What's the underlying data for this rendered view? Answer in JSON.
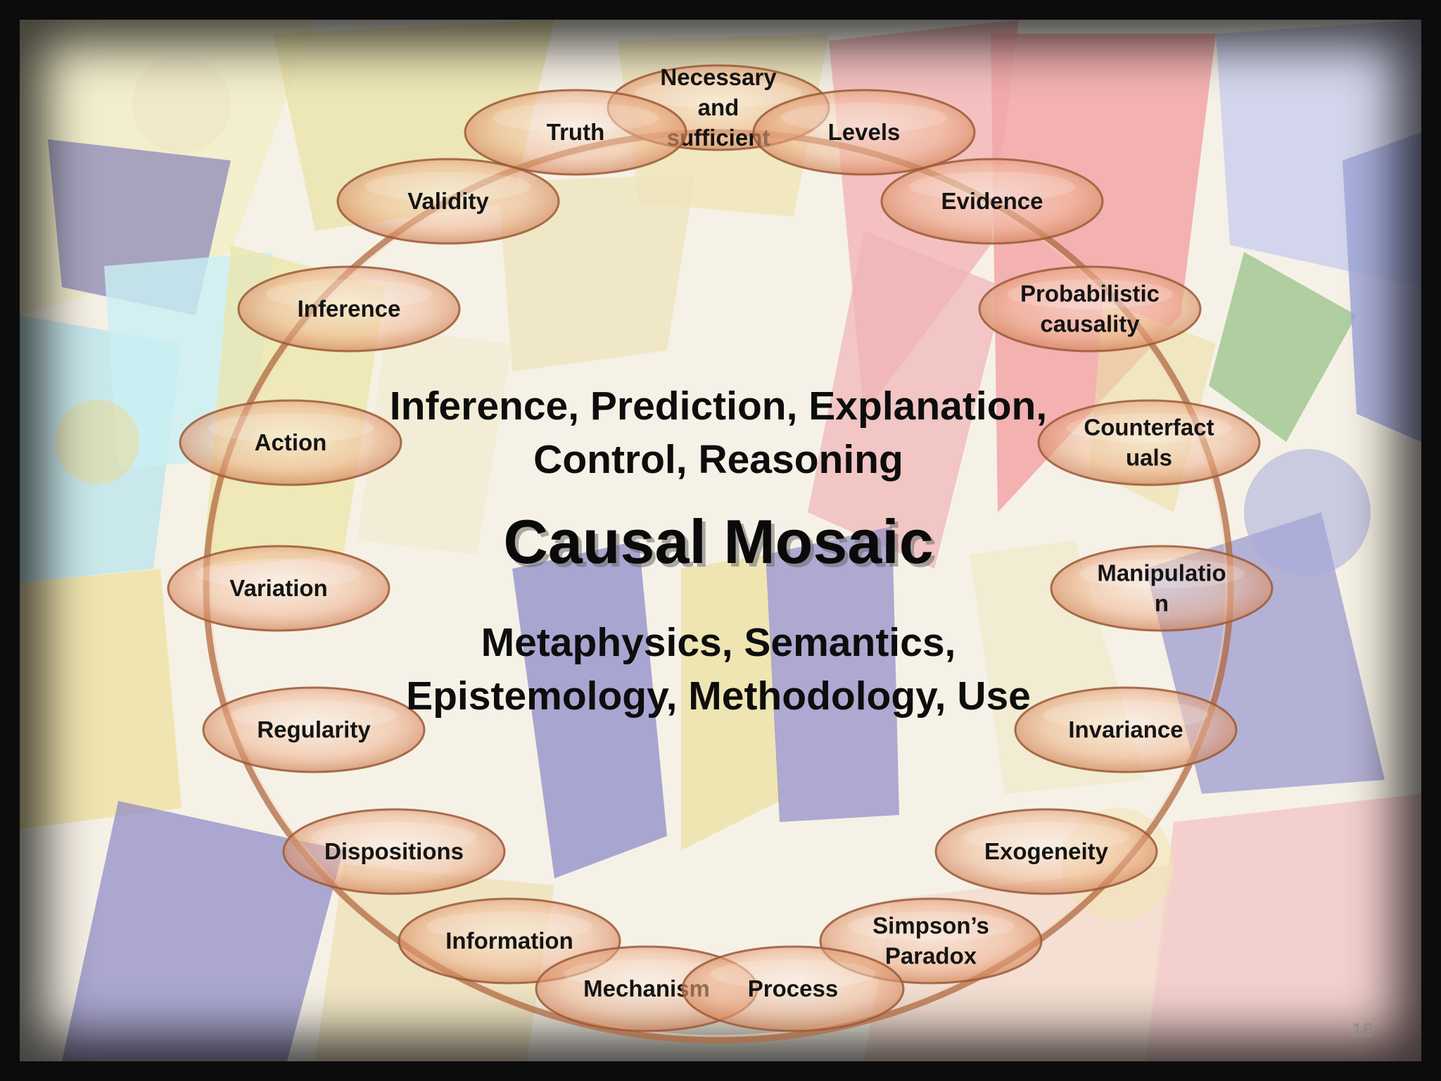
{
  "slide": {
    "page_number": "16",
    "top_text": [
      "Inference, Prediction, Explanation,",
      "Control, Reasoning"
    ],
    "title": "Causal Mosaic",
    "bottom_text": [
      "Metaphysics, Semantics,",
      "Epistemology, Methodology, Use"
    ]
  },
  "nodes": [
    {
      "id": "necessary-and-sufficient",
      "lines": [
        "Necessary",
        "and",
        "sufficient"
      ]
    },
    {
      "id": "truth",
      "lines": [
        "Truth"
      ]
    },
    {
      "id": "levels",
      "lines": [
        "Levels"
      ]
    },
    {
      "id": "validity",
      "lines": [
        "Validity"
      ]
    },
    {
      "id": "evidence",
      "lines": [
        "Evidence"
      ]
    },
    {
      "id": "inference",
      "lines": [
        "Inference"
      ]
    },
    {
      "id": "probabilistic-causality",
      "lines": [
        "Probabilistic",
        "causality"
      ]
    },
    {
      "id": "action",
      "lines": [
        "Action"
      ]
    },
    {
      "id": "counterfactuals",
      "lines": [
        "Counterfact",
        "uals"
      ]
    },
    {
      "id": "variation",
      "lines": [
        "Variation"
      ]
    },
    {
      "id": "manipulation",
      "lines": [
        "Manipulatio",
        "n"
      ]
    },
    {
      "id": "regularity",
      "lines": [
        "Regularity"
      ]
    },
    {
      "id": "invariance",
      "lines": [
        "Invariance"
      ]
    },
    {
      "id": "dispositions",
      "lines": [
        "Dispositions"
      ]
    },
    {
      "id": "exogeneity",
      "lines": [
        "Exogeneity"
      ]
    },
    {
      "id": "information",
      "lines": [
        "Information"
      ]
    },
    {
      "id": "simpsons-paradox",
      "lines": [
        "Simpson’s",
        "Paradox"
      ]
    },
    {
      "id": "mechanism",
      "lines": [
        "Mechanism"
      ]
    },
    {
      "id": "process",
      "lines": [
        "Process"
      ]
    }
  ],
  "colors": {
    "node_fill": "#e9a27a",
    "node_stroke": "#9a5a38",
    "ring_stroke": "#b06a42",
    "text": "#141414"
  }
}
